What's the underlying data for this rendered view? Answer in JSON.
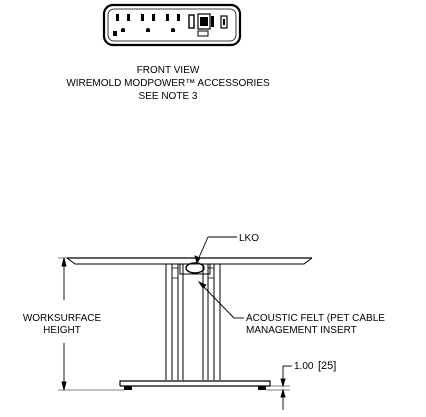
{
  "front_view": {
    "title": "FRONT VIEW",
    "subtitle": "WIREMOLD MODPOWER™ ACCESSORIES",
    "note": "SEE NOTE 3"
  },
  "callouts": {
    "lko": "LKO",
    "felt_line1": "ACOUSTIC FELT (PET CABLE",
    "felt_line2": "MANAGEMENT INSERT"
  },
  "dimensions": {
    "height_line1": "WORKSURFACE",
    "height_line2": "HEIGHT",
    "glide_value": "1.00",
    "glide_metric": "[25]"
  },
  "colors": {
    "line": "#000000",
    "background": "#ffffff"
  }
}
